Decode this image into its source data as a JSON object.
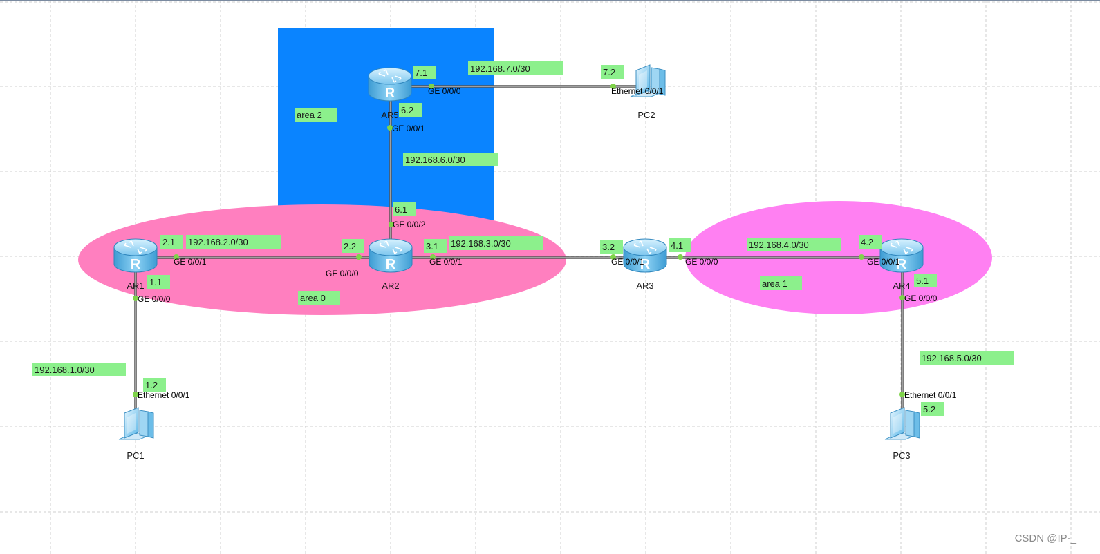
{
  "colors": {
    "grid": "#cfcfcf",
    "area2_fill": "#0a84ff",
    "area0_fill": "#ff7fbf",
    "area1_fill": "#ff80f2",
    "tag_fill": "#8cf08c",
    "link": "#555555",
    "port_dot": "#7fd34a"
  },
  "areas": {
    "area2": "area 2",
    "area0": "area 0",
    "area1": "area 1"
  },
  "devices": {
    "ar1": {
      "label": "AR1",
      "type": "router-icon"
    },
    "ar2": {
      "label": "AR2",
      "type": "router-icon"
    },
    "ar3": {
      "label": "AR3",
      "type": "router-icon"
    },
    "ar4": {
      "label": "AR4",
      "type": "router-icon"
    },
    "ar5": {
      "label": "AR5",
      "type": "router-icon"
    },
    "pc1": {
      "label": "PC1",
      "type": "pc-icon"
    },
    "pc2": {
      "label": "PC2",
      "type": "pc-icon"
    },
    "pc3": {
      "label": "PC3",
      "type": "pc-icon"
    }
  },
  "subnets": {
    "net1": "192.168.1.0/30",
    "net2": "192.168.2.0/30",
    "net3": "192.168.3.0/30",
    "net4": "192.168.4.0/30",
    "net5": "192.168.5.0/30",
    "net6": "192.168.6.0/30",
    "net7": "192.168.7.0/30"
  },
  "hosts": {
    "ar1_g1": "2.1",
    "ar1_g0": "1.1",
    "pc1": "1.2",
    "ar2_g0": "2.2",
    "ar2_g1": "3.1",
    "ar2_g2": "6.1",
    "ar3_g1": "3.2",
    "ar3_g0": "4.1",
    "ar4_g1": "4.2",
    "ar4_g0": "5.1",
    "pc3": "5.2",
    "ar5_g0": "7.1",
    "ar5_g1": "6.2",
    "pc2": "7.2"
  },
  "interfaces": {
    "ar1_g1": "GE 0/0/1",
    "ar1_g0": "GE 0/0/0",
    "pc1_eth": "Ethernet 0/0/1",
    "ar2_g0": "GE 0/0/0",
    "ar2_g1": "GE 0/0/1",
    "ar2_g2": "GE 0/0/2",
    "ar3_g1": "GE 0/0/1",
    "ar3_g0": "GE 0/0/0",
    "ar4_g1": "GE 0/0/1",
    "ar4_g0": "GE 0/0/0",
    "pc3_eth": "Ethernet 0/0/1",
    "ar5_g0": "GE 0/0/0",
    "ar5_g1": "GE 0/0/1",
    "pc2_eth": "Ethernet 0/0/1"
  },
  "watermark": "CSDN @IP-_"
}
